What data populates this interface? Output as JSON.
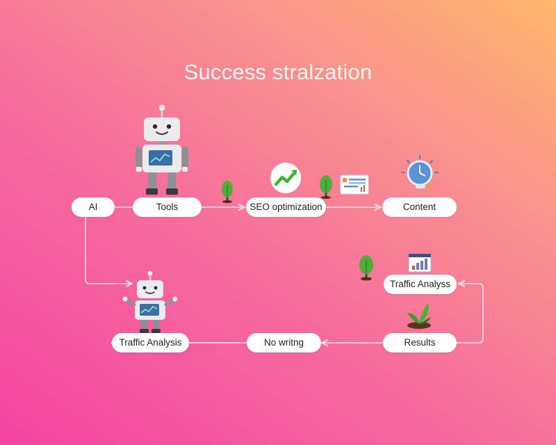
{
  "title": "Success stralzation",
  "nodes": {
    "ai": "AI",
    "tools": "Tools",
    "seo": "SEO optimization",
    "content": "Content",
    "traffic_analysis_top": "Traffic Analyss",
    "traffic_analysis_bottom": "Traffic Analysis",
    "no_writing": "No writng",
    "results": "Results"
  },
  "colors": {
    "accent_green": "#3db52e",
    "connector": "#ffe3ea",
    "node_fill": "#ffffff"
  },
  "icons": [
    "robot-icon",
    "tree-icon",
    "growth-chart-icon",
    "document-chart-icon",
    "clock-icon",
    "bar-chart-icon",
    "sprout-icon",
    "robot-small-icon"
  ]
}
